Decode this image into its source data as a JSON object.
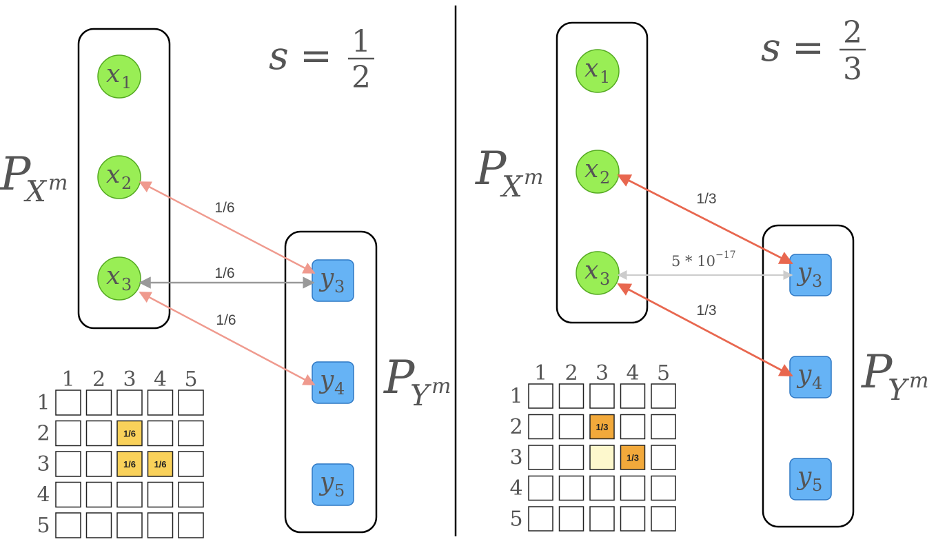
{
  "left": {
    "s_value": {
      "symbol": "s",
      "eq": "=",
      "num": "1",
      "den": "2"
    },
    "px_label": {
      "P": "P",
      "sub": "X",
      "sup": "m"
    },
    "py_label": {
      "P": "P",
      "sub": "Y",
      "sup": "m"
    },
    "x_nodes": [
      {
        "var": "x",
        "sub": "1"
      },
      {
        "var": "x",
        "sub": "2"
      },
      {
        "var": "x",
        "sub": "3"
      }
    ],
    "y_nodes": [
      {
        "var": "y",
        "sub": "3"
      },
      {
        "var": "y",
        "sub": "4"
      },
      {
        "var": "y",
        "sub": "5"
      }
    ],
    "edges": [
      {
        "from": "x2",
        "to": "y3",
        "label": "1/6",
        "color": "#ef9a8e"
      },
      {
        "from": "x3",
        "to": "y3",
        "label": "1/6",
        "color": "#999999"
      },
      {
        "from": "x3",
        "to": "y4",
        "label": "1/6",
        "color": "#ef9a8e"
      }
    ],
    "matrix": {
      "col_headers": [
        "1",
        "2",
        "3",
        "4",
        "5"
      ],
      "row_headers": [
        "1",
        "2",
        "3",
        "4",
        "5"
      ],
      "filled": [
        {
          "row": 2,
          "col": 3,
          "text": "1/6",
          "color": "#f9d15a"
        },
        {
          "row": 3,
          "col": 3,
          "text": "1/6",
          "color": "#f9d15a"
        },
        {
          "row": 3,
          "col": 4,
          "text": "1/6",
          "color": "#f9d15a"
        }
      ]
    }
  },
  "right": {
    "s_value": {
      "symbol": "s",
      "eq": "=",
      "num": "2",
      "den": "3"
    },
    "px_label": {
      "P": "P",
      "sub": "X",
      "sup": "m"
    },
    "py_label": {
      "P": "P",
      "sub": "Y",
      "sup": "m"
    },
    "x_nodes": [
      {
        "var": "x",
        "sub": "1"
      },
      {
        "var": "x",
        "sub": "2"
      },
      {
        "var": "x",
        "sub": "3"
      }
    ],
    "y_nodes": [
      {
        "var": "y",
        "sub": "3"
      },
      {
        "var": "y",
        "sub": "4"
      },
      {
        "var": "y",
        "sub": "5"
      }
    ],
    "edges": [
      {
        "from": "x2",
        "to": "y3",
        "label": "1/3",
        "color": "#e8674f"
      },
      {
        "from": "x3",
        "to": "y3",
        "label_base": "5 * 10",
        "label_exp": "−17",
        "color": "#cccccc"
      },
      {
        "from": "x3",
        "to": "y4",
        "label": "1/3",
        "color": "#e8674f"
      }
    ],
    "matrix": {
      "col_headers": [
        "1",
        "2",
        "3",
        "4",
        "5"
      ],
      "row_headers": [
        "1",
        "2",
        "3",
        "4",
        "5"
      ],
      "filled": [
        {
          "row": 2,
          "col": 3,
          "text": "1/3",
          "color": "#f2a93b"
        },
        {
          "row": 3,
          "col": 3,
          "text": "",
          "color": "#fdf8cd"
        },
        {
          "row": 3,
          "col": 4,
          "text": "1/3",
          "color": "#f2a93b"
        }
      ]
    }
  },
  "colors": {
    "x_node_fill": "#99ee55",
    "x_node_stroke": "#55aa22",
    "y_node_fill": "#66b3f5",
    "y_node_stroke": "#2f78c4",
    "box_stroke": "#000000",
    "divider": "#000000"
  }
}
